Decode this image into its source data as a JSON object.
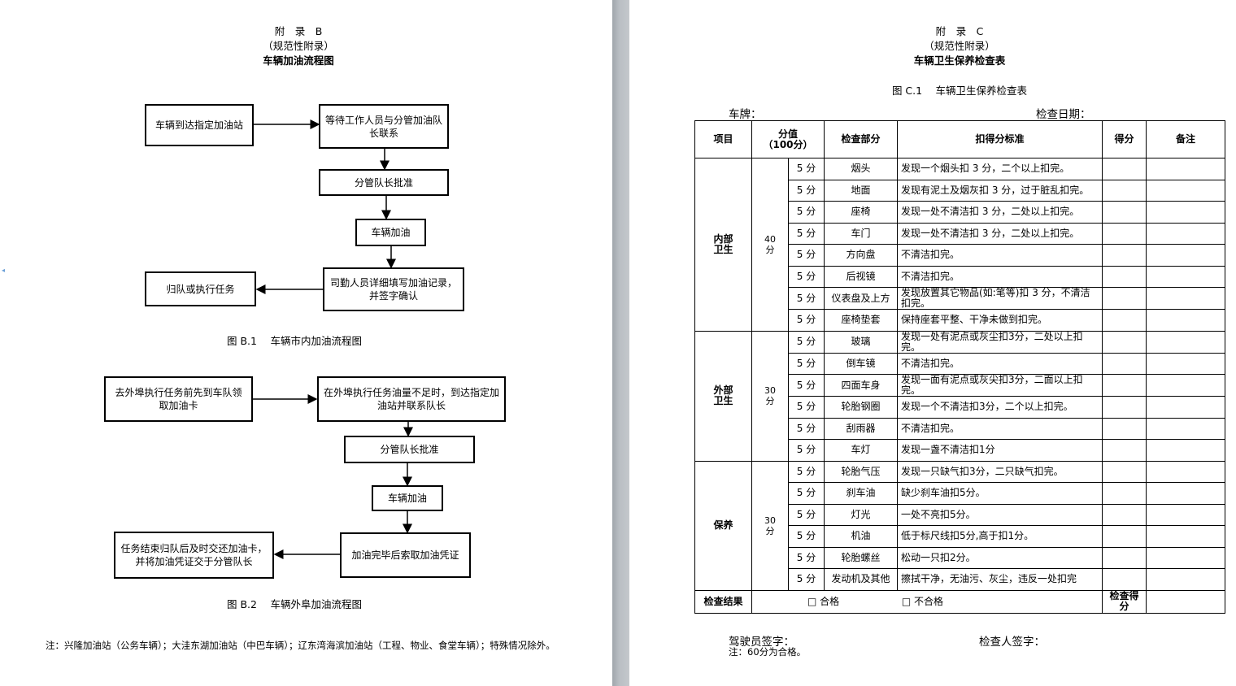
{
  "left": {
    "appendix_title": "附　录　B",
    "appendix_subtitle": "（规范性附录）",
    "appendix_name": "车辆加油流程图",
    "flow1": {
      "n1": "车辆到达指定加油站",
      "n2": "等待工作人员与分管加油队长联系",
      "n3": "分管队长批准",
      "n4": "车辆加油",
      "n5": "司勤人员详细填写加油记录，并签字确认",
      "n6": "归队或执行任务",
      "caption": "图 B.1　 车辆市内加油流程图"
    },
    "flow2": {
      "n1": "去外埠执行任务前先到车队领取加油卡",
      "n2": "在外埠执行任务油量不足时，到达指定加油站并联系队长",
      "n3": "分管队长批准",
      "n4": "车辆加油",
      "n5": "加油完毕后索取加油凭证",
      "n6": "任务结束归队后及时交还加油卡，并将加油凭证交于分管队长",
      "caption": "图 B.2　 车辆外阜加油流程图"
    },
    "note": "注：兴隆加油站（公务车辆）；大洼东湖加油站（中巴车辆）；辽东湾海滨加油站（工程、物业、食堂车辆）；特殊情况除外。"
  },
  "right": {
    "appendix_title": "附　录　C",
    "appendix_subtitle": "（规范性附录）",
    "appendix_name": "车辆卫生保养检查表",
    "table_title": "图 C.1　 车辆卫生保养检查表",
    "plate_label": "车牌：",
    "date_label": "检查日期：",
    "headers": {
      "item": "项目",
      "score": "分值",
      "score_total": "（100分）",
      "part": "检查部分",
      "criteria": "扣得分标准",
      "got": "得分",
      "remark": "备注"
    },
    "groups": [
      {
        "name": "内部卫生",
        "name_l1": "内部",
        "name_l2": "卫生",
        "score_l1": "40",
        "score_l2": "分",
        "rows": [
          {
            "pts": "5 分",
            "part": "烟头",
            "criteria": "发现一个烟头扣 3 分，二个以上扣完。"
          },
          {
            "pts": "5 分",
            "part": "地面",
            "criteria": "发现有泥土及烟灰扣 3 分，过于脏乱扣完。"
          },
          {
            "pts": "5 分",
            "part": "座椅",
            "criteria": "发现一处不清洁扣 3 分，二处以上扣完。"
          },
          {
            "pts": "5 分",
            "part": "车门",
            "criteria": "发现一处不清洁扣 3 分，二处以上扣完。"
          },
          {
            "pts": "5 分",
            "part": "方向盘",
            "criteria": "不清洁扣完。"
          },
          {
            "pts": "5 分",
            "part": "后视镜",
            "criteria": "不清洁扣完。"
          },
          {
            "pts": "5 分",
            "part": "仪表盘及上方",
            "criteria": "发现放置其它物品(如:笔等)扣 3 分，不清洁扣完。"
          },
          {
            "pts": "5 分",
            "part": "座椅垫套",
            "criteria": "保持座套平整、干净未做到扣完。"
          }
        ]
      },
      {
        "name": "外部卫生",
        "name_l1": "外部",
        "name_l2": "卫生",
        "score_l1": "30",
        "score_l2": "分",
        "rows": [
          {
            "pts": "5 分",
            "part": "玻璃",
            "criteria": "发现一处有泥点或灰尘扣3分，二处以上扣完。"
          },
          {
            "pts": "5 分",
            "part": "倒车镜",
            "criteria": "不清洁扣完。"
          },
          {
            "pts": "5 分",
            "part": "四面车身",
            "criteria": "发现一面有泥点或灰尖扣3分，二面以上扣完。"
          },
          {
            "pts": "5 分",
            "part": "轮胎钢圈",
            "criteria": "发现一个不清洁扣3分，二个以上扣完。"
          },
          {
            "pts": "5 分",
            "part": "刮雨器",
            "criteria": "不清洁扣完。"
          },
          {
            "pts": "5 分",
            "part": "车灯",
            "criteria": "发现一盏不清洁扣1分"
          }
        ]
      },
      {
        "name": "保养",
        "name_l1": "保养",
        "name_l2": "",
        "score_l1": "30",
        "score_l2": "分",
        "rows": [
          {
            "pts": "5 分",
            "part": "轮胎气压",
            "criteria": "发现一只缺气扣3分，二只缺气扣完。"
          },
          {
            "pts": "5 分",
            "part": "刹车油",
            "criteria": "缺少刹车油扣5分。"
          },
          {
            "pts": "5 分",
            "part": "灯光",
            "criteria": "一处不亮扣5分。"
          },
          {
            "pts": "5 分",
            "part": "机油",
            "criteria": "低于标尺线扣5分,高于扣1分。"
          },
          {
            "pts": "5 分",
            "part": "轮胎螺丝",
            "criteria": "松动一只扣2分。"
          },
          {
            "pts": "5 分",
            "part": "发动机及其他",
            "criteria": "擦拭干净，无油污、灰尘，违反一处扣完"
          }
        ]
      }
    ],
    "result_label": "检查结果",
    "pass_label": "合格",
    "fail_label": "不合格",
    "score_label": "检查得分",
    "driver_sign": "驾驶员签字：",
    "inspector_sign": "检查人签字：",
    "footnote": "注：60分为合格。"
  }
}
